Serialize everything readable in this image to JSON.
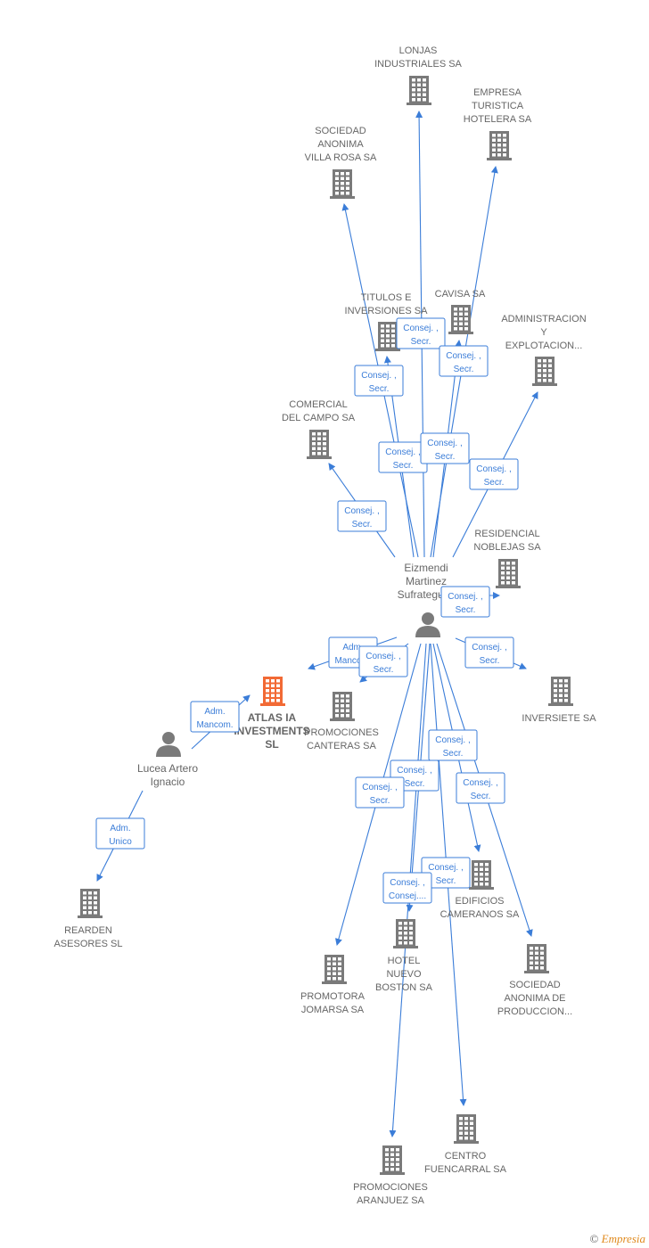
{
  "colors": {
    "edge": "#3b7dd8",
    "company": "#7a7a7a",
    "focus_company": "#f26a35",
    "person": "#7a7a7a"
  },
  "people": [
    {
      "id": "eizmendi",
      "lines": [
        "Eizmendi",
        "Martinez",
        "Sufrategui..."
      ],
      "icon": "person-icon"
    },
    {
      "id": "lucea",
      "lines": [
        "Lucea Artero",
        "Ignacio"
      ],
      "icon": "person-icon"
    }
  ],
  "companies": [
    {
      "id": "lonjas",
      "lines": [
        "LONJAS",
        "INDUSTRIALES SA"
      ]
    },
    {
      "id": "empresa",
      "lines": [
        "EMPRESA",
        "TURISTICA",
        "HOTELERA SA"
      ]
    },
    {
      "id": "villarosa",
      "lines": [
        "SOCIEDAD",
        "ANONIMA",
        "VILLA ROSA SA"
      ]
    },
    {
      "id": "titulos",
      "lines": [
        "TITULOS E",
        "INVERSIONES SA"
      ]
    },
    {
      "id": "cavisa",
      "lines": [
        "CAVISA SA"
      ]
    },
    {
      "id": "admin",
      "lines": [
        "ADMINISTRACION",
        "Y",
        "EXPLOTACION..."
      ]
    },
    {
      "id": "comercial",
      "lines": [
        "COMERCIAL",
        "DEL CAMPO SA"
      ]
    },
    {
      "id": "residencial",
      "lines": [
        "RESIDENCIAL",
        "NOBLEJAS SA"
      ]
    },
    {
      "id": "atlas",
      "lines": [
        "ATLAS IA",
        "INVESTMENTS",
        "SL"
      ],
      "focus": true
    },
    {
      "id": "canteras",
      "lines": [
        "PROMOCIONES",
        "CANTERAS SA"
      ]
    },
    {
      "id": "inversiete",
      "lines": [
        "INVERSIETE SA"
      ]
    },
    {
      "id": "rearden",
      "lines": [
        "REARDEN",
        "ASESORES  SL"
      ]
    },
    {
      "id": "edificios",
      "lines": [
        "EDIFICIOS",
        "CAMERANOS SA"
      ]
    },
    {
      "id": "hotel",
      "lines": [
        "HOTEL",
        "NUEVO",
        "BOSTON SA"
      ]
    },
    {
      "id": "sociedadprod",
      "lines": [
        "SOCIEDAD",
        "ANONIMA DE",
        "PRODUCCION..."
      ]
    },
    {
      "id": "jomarsa",
      "lines": [
        "PROMOTORA",
        "JOMARSA SA"
      ]
    },
    {
      "id": "fuencarral",
      "lines": [
        "CENTRO",
        "FUENCARRAL SA"
      ]
    },
    {
      "id": "aranjuez",
      "lines": [
        "PROMOCIONES",
        "ARANJUEZ SA"
      ]
    }
  ],
  "edges": [
    {
      "from": "eizmendi",
      "to": "lonjas",
      "label": [
        "Consej. ,",
        "Secr."
      ]
    },
    {
      "from": "eizmendi",
      "to": "empresa",
      "label": [
        "Consej. ,",
        "Secr."
      ]
    },
    {
      "from": "eizmendi",
      "to": "villarosa",
      "label": [
        "Consej. ,",
        "Secr."
      ]
    },
    {
      "from": "eizmendi",
      "to": "titulos",
      "label": [
        "Consej. ,",
        "Secr."
      ]
    },
    {
      "from": "eizmendi",
      "to": "cavisa",
      "label": [
        "Consej. ,",
        "Secr."
      ]
    },
    {
      "from": "eizmendi",
      "to": "admin",
      "label": [
        "Consej. ,",
        "Secr."
      ]
    },
    {
      "from": "eizmendi",
      "to": "comercial",
      "label": [
        "Consej. ,",
        "Secr."
      ]
    },
    {
      "from": "eizmendi",
      "to": "residencial",
      "label": [
        "Consej. ,",
        "Secr."
      ]
    },
    {
      "from": "eizmendi",
      "to": "atlas",
      "label": [
        "Adm.",
        "Mancom."
      ]
    },
    {
      "from": "eizmendi",
      "to": "canteras",
      "label": [
        "Consej. ,",
        "Secr."
      ]
    },
    {
      "from": "eizmendi",
      "to": "inversiete",
      "label": [
        "Consej. ,",
        "Secr."
      ]
    },
    {
      "from": "lucea",
      "to": "atlas",
      "label": [
        "Adm.",
        "Mancom."
      ]
    },
    {
      "from": "lucea",
      "to": "rearden",
      "label": [
        "Adm.",
        "Unico"
      ]
    },
    {
      "from": "eizmendi",
      "to": "edificios",
      "label": [
        "Consej. ,",
        "Secr."
      ]
    },
    {
      "from": "eizmendi",
      "to": "hotel",
      "label": [
        "Consej. ,",
        "Secr."
      ]
    },
    {
      "from": "eizmendi",
      "to": "sociedadprod",
      "label": [
        "Consej. ,",
        "Secr."
      ]
    },
    {
      "from": "eizmendi",
      "to": "jomarsa",
      "label": [
        "Consej. ,",
        "Secr."
      ]
    },
    {
      "from": "eizmendi",
      "to": "fuencarral",
      "label": [
        "Consej. ,",
        "Secr."
      ]
    },
    {
      "from": "eizmendi",
      "to": "aranjuez",
      "label": [
        "Consej. ,",
        "Consej...."
      ]
    }
  ],
  "footer": {
    "copyright": "©",
    "brand": "Empresia"
  }
}
